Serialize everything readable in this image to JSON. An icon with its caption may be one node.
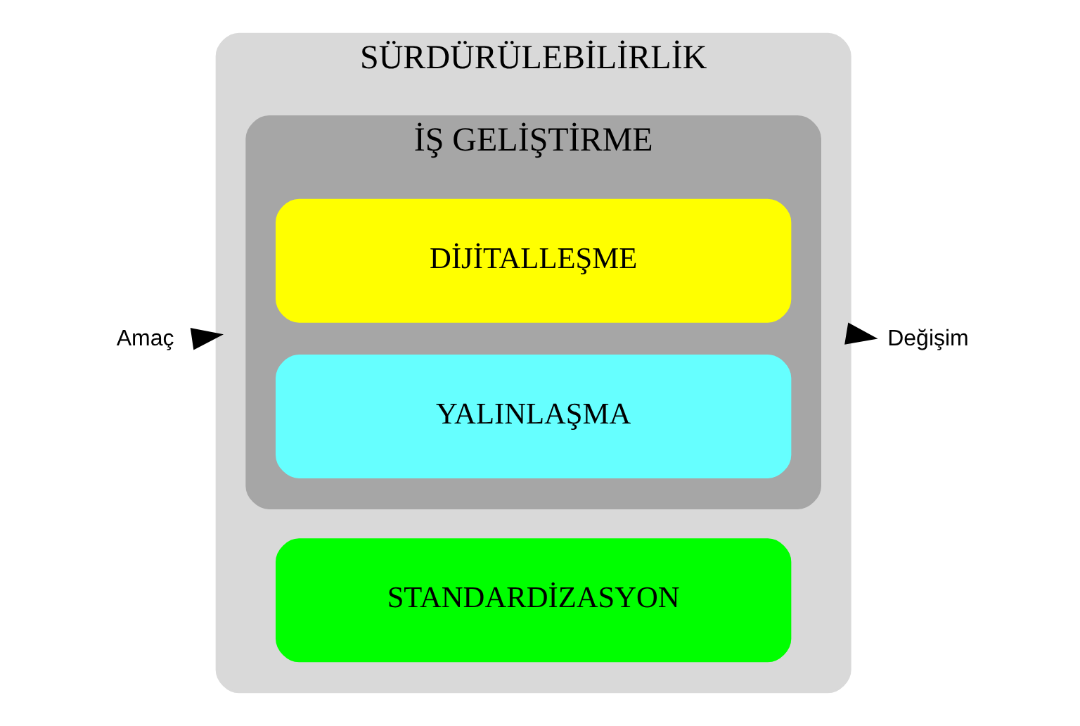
{
  "diagram": {
    "nodes": [
      {
        "text": [
          "SÜRDÜRÜLEBİLİRLİK"
        ]
      },
      {
        "text": [
          "İŞ GELİŞTİRME"
        ],
        "in": 0
      },
      {
        "text": [
          "DİJİTALLEŞME"
        ],
        "in": 1
      },
      {
        "text": [
          "YALINLAŞMA"
        ],
        "in": 1
      },
      {
        "text": [
          "STANDARDİZASYON"
        ],
        "in": 0
      },
      {
        "text": [
          "Amaç"
        ]
      },
      {
        "text": [
          "Değişim"
        ]
      }
    ],
    "edges": [
      {
        "from": 5,
        "to": 0,
        "arrow": "to"
      },
      {
        "from": 0,
        "to": 6,
        "arrow": "to"
      }
    ]
  }
}
